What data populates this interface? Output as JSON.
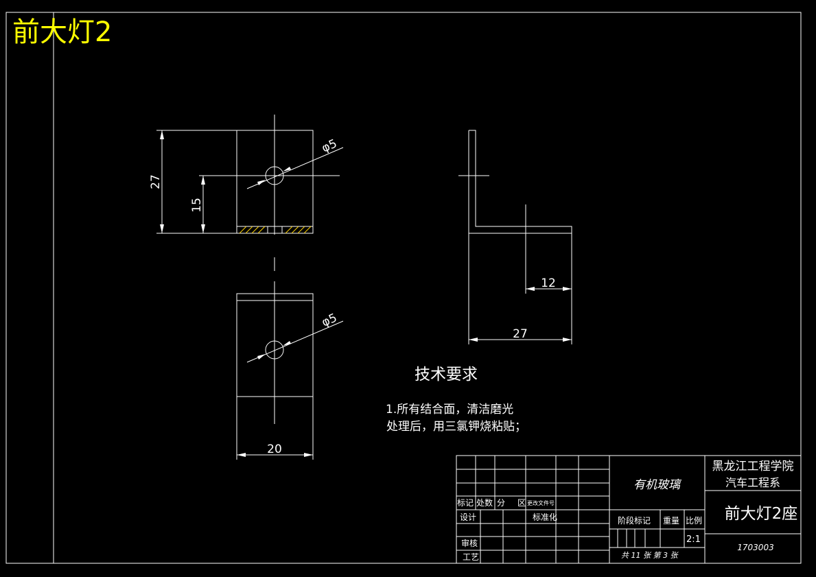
{
  "title": "前大灯2",
  "views": {
    "front": {
      "dim_height_total": "27",
      "dim_hole_height": "15",
      "hole_label": "φ5"
    },
    "top": {
      "hole_label": "φ5",
      "dim_width": "20"
    },
    "side": {
      "dim_flange": "12",
      "dim_length": "27"
    }
  },
  "technical_requirements": {
    "heading": "技术要求",
    "line1": "1.所有结合面，清洁磨光",
    "line2": "处理后，用三氯钾烧粘贴；"
  },
  "title_block": {
    "rev_labels": [
      "标记",
      "处数",
      "分",
      "区",
      "更改文件号"
    ],
    "design": "设计",
    "standardize": "标准化",
    "review": "审核",
    "process": "工艺",
    "material": "有机玻璃",
    "stage_mark": "阶段标记",
    "weight": "重量",
    "scale_label": "比例",
    "scale_value": "2:1",
    "sheets": "共 11 张  第 3 张",
    "school": "黑龙江工程学院",
    "department": "汽车工程系",
    "part_name": "前大灯2座",
    "drawing_number": "1703003"
  },
  "colors": {
    "background": "#000000",
    "lines": "#ffffff",
    "title": "#ffff00",
    "hatch": "#ffd400"
  }
}
